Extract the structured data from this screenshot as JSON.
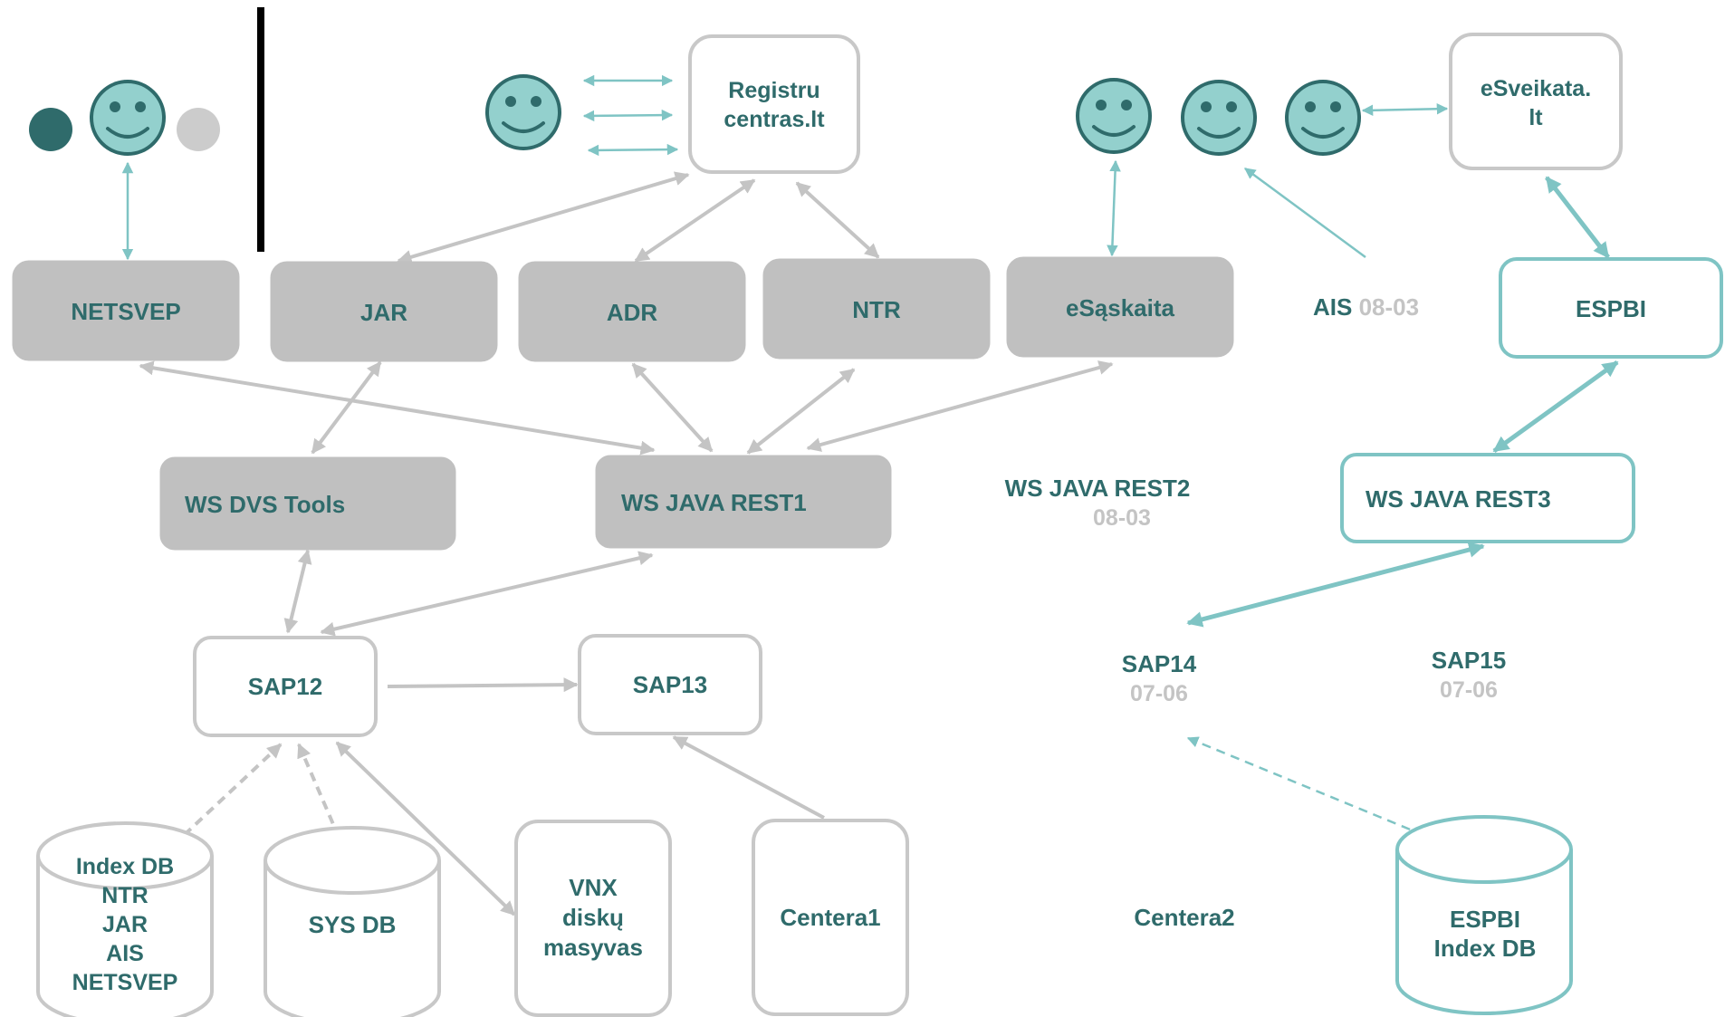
{
  "colors": {
    "accent_dark": "#2f6b6b",
    "accent_teal": "#7fc4c4",
    "smiley_fill": "#93d0cd",
    "gray_box": "#c0c0c0",
    "gray_line": "#c4c4c4",
    "dot_dark": "#2f6b6b",
    "dot_light": "#cccccc"
  },
  "nodes": {
    "registru": {
      "line1": "Registru",
      "line2": "centras.lt"
    },
    "esveikata": {
      "line1": "eSveikata.",
      "line2": "lt"
    },
    "netsvep": "NETSVEP",
    "jar": "JAR",
    "adr": "ADR",
    "ntr": "NTR",
    "esaskaita": "eSąskaita",
    "ais": {
      "label": "AIS",
      "date": "08-03"
    },
    "espbi": "ESPBI",
    "ws_dvs_tools": "WS DVS Tools",
    "ws_java_rest1": "WS JAVA REST1",
    "ws_java_rest2": {
      "label": "WS JAVA REST2",
      "date": "08-03"
    },
    "ws_java_rest3": "WS JAVA REST3",
    "sap12": "SAP12",
    "sap13": "SAP13",
    "sap14": {
      "label": "SAP14",
      "date": "07-06"
    },
    "sap15": {
      "label": "SAP15",
      "date": "07-06"
    },
    "index_db": [
      "Index DB",
      "NTR",
      "JAR",
      "AIS",
      "NETSVEP"
    ],
    "sys_db": "SYS DB",
    "vnx": [
      "VNX",
      "diskų",
      "masyvas"
    ],
    "centera1": "Centera1",
    "centera2": "Centera2",
    "espbi_index_db": [
      "ESPBI",
      "Index DB"
    ]
  },
  "icons": {
    "user": "smiley-face-icon",
    "status_dot": "circle-icon",
    "connector": "double-arrow-icon"
  }
}
